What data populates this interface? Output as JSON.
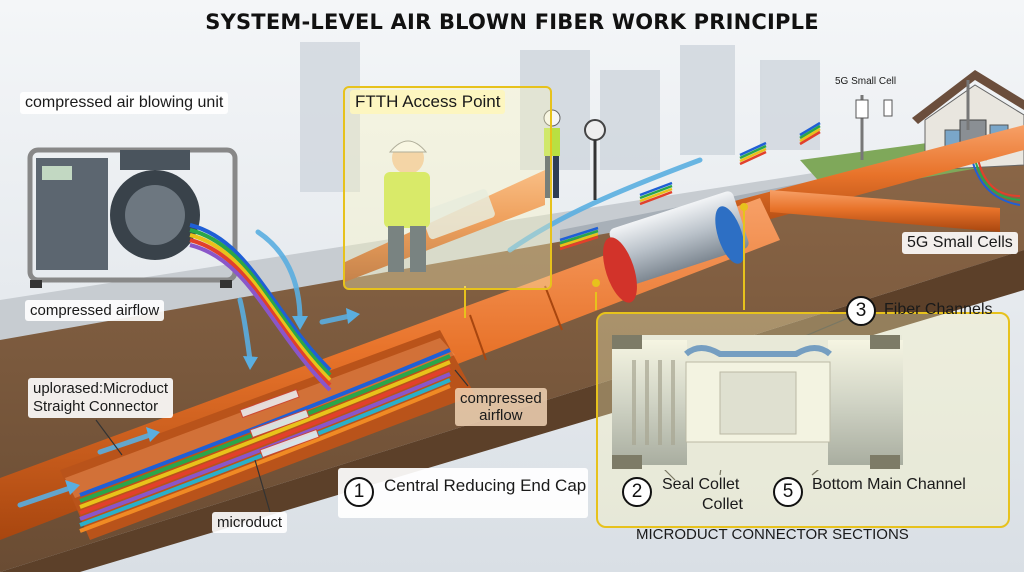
{
  "title": "SYSTEM-LEVEL AIR BLOWN FIBER WORK PRINCIPLE",
  "labels": {
    "blowing_unit": "compressed air blowing unit",
    "ftth": "FTTH Access Point",
    "small_cell_top": "5G Small Cell",
    "small_cells": "5G Small Cells",
    "airflow_left": "compressed airflow",
    "airflow_mid": "compressed\nairflow",
    "connector_line1": "uplorased:Microduct",
    "connector_line2": "Straight Connector",
    "microduct": "microduct",
    "fiber_channels": "Fiber Channels",
    "end_cap": "Central Reducing End Cap",
    "seal_collet_1": "Seal Collet",
    "seal_collet_2": "Collet",
    "bottom_channel": "Bottom Main Channel",
    "sections": "MICRODUCT CONNECTOR SECTIONS"
  },
  "numbers": {
    "n1": "1",
    "n2": "2",
    "n3": "3",
    "n5": "5"
  },
  "colors": {
    "duct": "#e8732a",
    "duct_dark": "#b94f14",
    "callout_border": "#e7c21c",
    "airflow": "#5aaee0",
    "soil": "#7a5a3e",
    "connector_blue": "#2d6fc4",
    "connector_red": "#d2332a"
  },
  "fiber_colors": [
    "#1f5fd6",
    "#2aa64a",
    "#e9c21a",
    "#e2402b",
    "#8a56c9",
    "#2ab0c9",
    "#f08a24"
  ]
}
